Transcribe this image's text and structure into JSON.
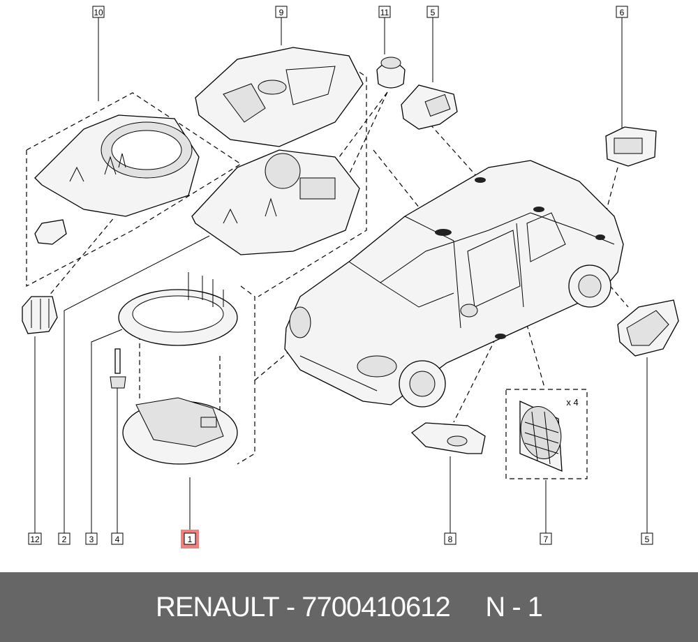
{
  "callouts": {
    "c10": "10",
    "c9": "9",
    "c11": "11",
    "c5_top": "5",
    "c6": "6",
    "c12": "12",
    "c2": "2",
    "c3": "3",
    "c4": "4",
    "c1": "1",
    "c8": "8",
    "c7": "7",
    "c5_bottom": "5"
  },
  "highlighted_callout": "1",
  "highlight_color": "#f08080",
  "quantity_label": "x 4",
  "footer": {
    "brand": "RENAULT",
    "separator": " - ",
    "part_number": "7700410612",
    "gap": "     ",
    "suffix": "N - 1"
  }
}
